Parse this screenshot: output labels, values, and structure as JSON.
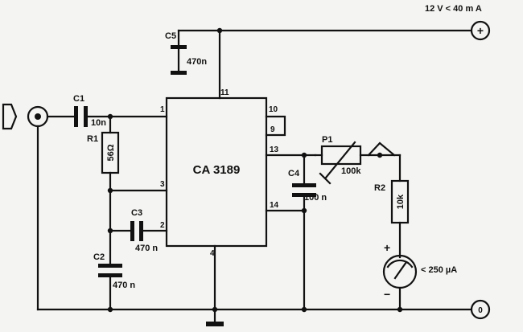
{
  "supply": {
    "label": "12 V < 40 m A",
    "terminal_symbol": "+"
  },
  "ground": {
    "terminal_symbol": "0"
  },
  "ic": {
    "name": "CA 3189",
    "pins": {
      "p1": "1",
      "p2": "2",
      "p3": "3",
      "p4": "4",
      "p9": "9",
      "p10": "10",
      "p11": "11",
      "p13": "13",
      "p14": "14"
    }
  },
  "components": {
    "c1": {
      "ref": "C1",
      "value": "10n"
    },
    "c2": {
      "ref": "C2",
      "value": "470 n"
    },
    "c3": {
      "ref": "C3",
      "value": "470 n"
    },
    "c4": {
      "ref": "C4",
      "value": "100 n"
    },
    "c5": {
      "ref": "C5",
      "value": "470n"
    },
    "r1": {
      "ref": "R1",
      "value": "56Ω"
    },
    "r2": {
      "ref": "R2",
      "value": "10k"
    },
    "p1": {
      "ref": "P1",
      "value": "100k"
    }
  },
  "meter": {
    "label": "< 250 µA",
    "plus": "+",
    "minus": "−"
  }
}
